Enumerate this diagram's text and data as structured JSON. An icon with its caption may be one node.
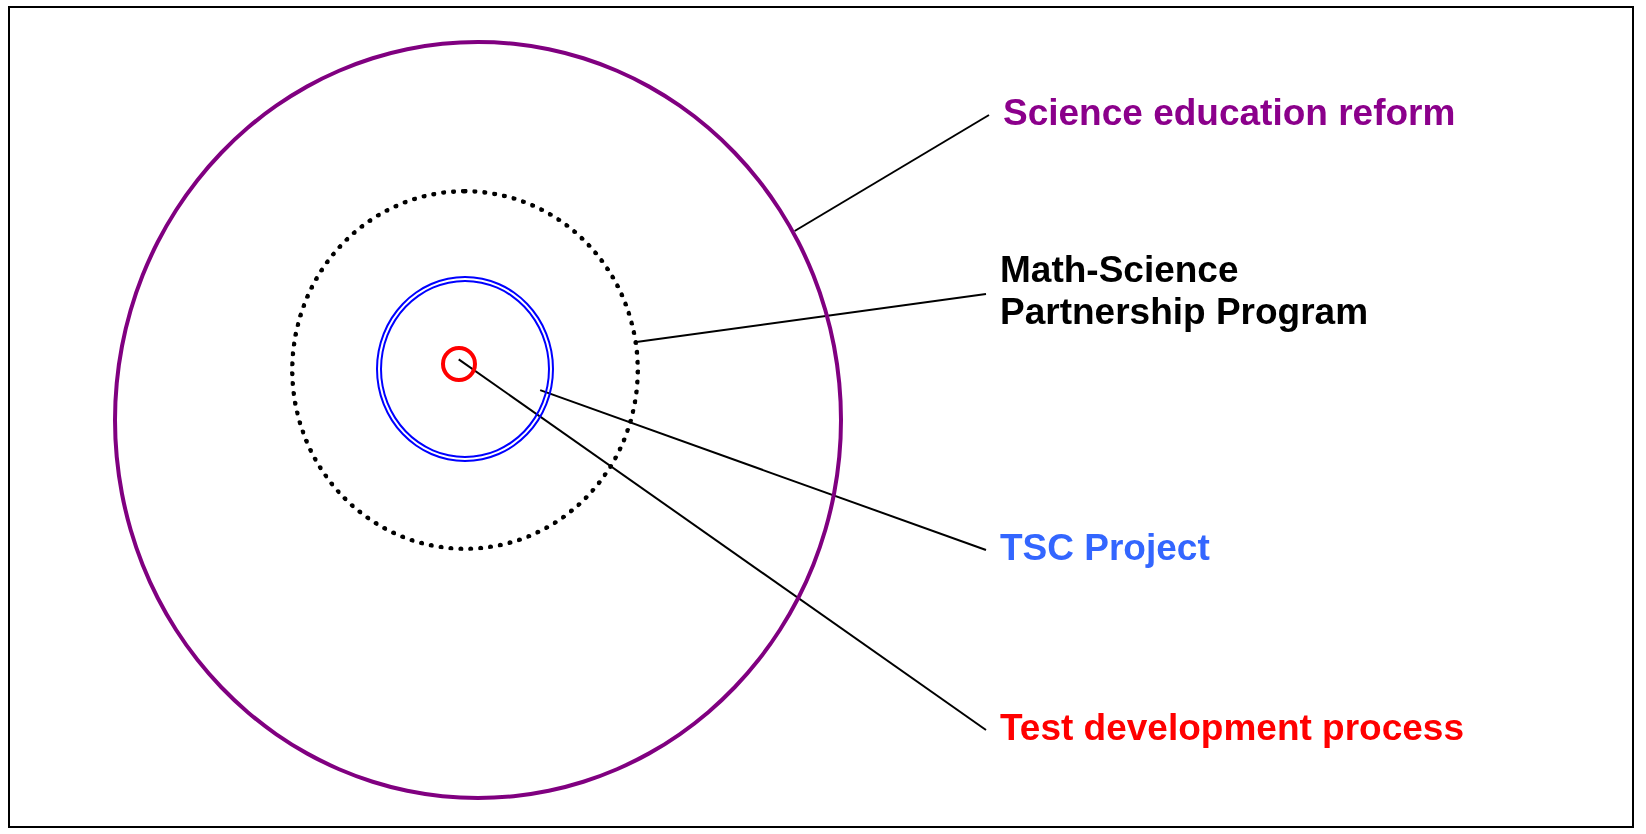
{
  "diagram": {
    "nodes": [
      {
        "text": [],
        "shape": "circle"
      },
      {
        "text": [],
        "shape": "circle",
        "in": 0
      },
      {
        "text": [],
        "shape": "circle",
        "in": 1
      },
      {
        "text": [],
        "shape": "circle",
        "in": 2
      },
      {
        "text": [
          "Science education reform"
        ]
      },
      {
        "text": [
          "Math-Science Partnership Program"
        ]
      },
      {
        "text": [
          "TSC Project"
        ]
      },
      {
        "text": [
          "Test development process"
        ]
      }
    ],
    "edges": [
      {
        "from": 4,
        "to": 0,
        "arrow": "none"
      },
      {
        "from": 5,
        "to": 1,
        "arrow": "none"
      },
      {
        "from": 6,
        "to": 2,
        "arrow": "none"
      },
      {
        "from": 7,
        "to": 3,
        "arrow": "none"
      }
    ]
  }
}
